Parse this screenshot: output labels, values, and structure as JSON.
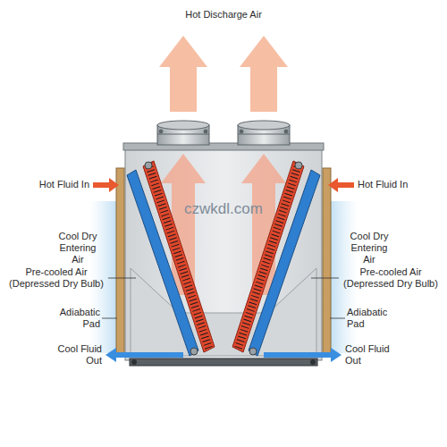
{
  "diagram": {
    "labels": [
      "Hot Discharge Air",
      "Hot Fluid In",
      "Hot Fluid In",
      "Cool Dry Entering Air",
      "Cool Dry Entering Air",
      "Pre-cooled Air (Depressed Dry Bulb)",
      "Pre-cooled Air (Depressed Dry Bulb)",
      "Adiabatic Pad",
      "Adiabatic Pad",
      "Cool Fluid Out",
      "Cool Fluid Out",
      "czwkdl.com"
    ]
  }
}
